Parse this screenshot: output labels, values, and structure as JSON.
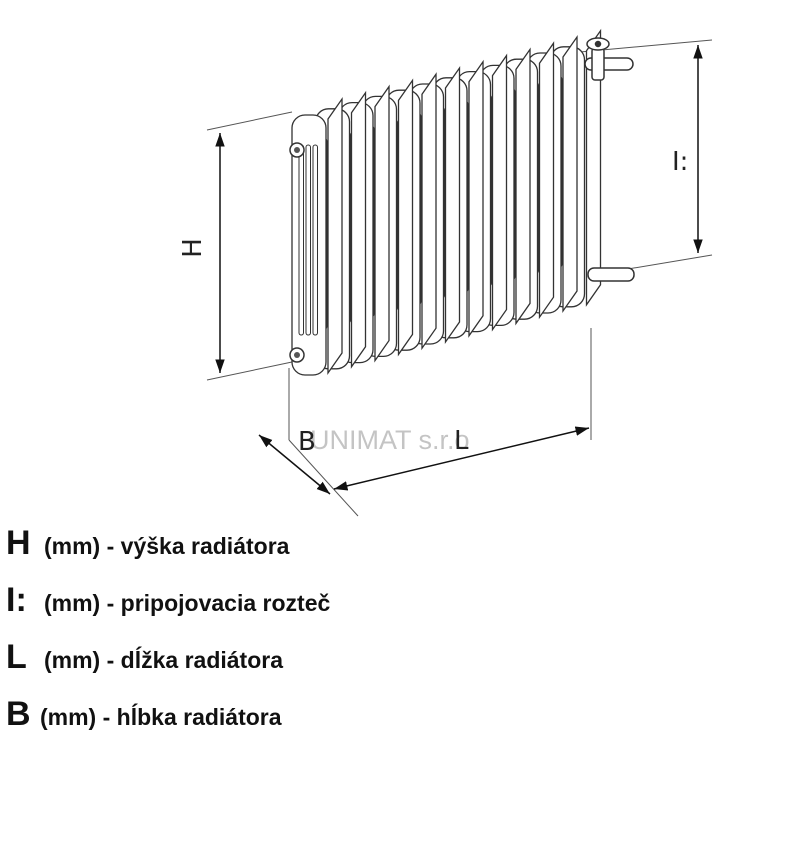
{
  "diagram": {
    "dimension_labels": {
      "height": "H",
      "connection": "I:",
      "length": "L",
      "depth": "B"
    },
    "watermark": "UNIMAT s.r.o",
    "section_count": 12
  },
  "legend": [
    {
      "symbol": "H",
      "description": "(mm) - výška radiátora"
    },
    {
      "symbol": "I:",
      "description": "(mm) - pripojovacia rozteč"
    },
    {
      "symbol": "L",
      "description": "(mm) - dĺžka radiátora"
    },
    {
      "symbol": "B",
      "description": "(mm) - hĺbka radiátora"
    }
  ],
  "colors": {
    "line": "#333333",
    "text": "#111111",
    "watermark": "#c4c4c4"
  }
}
